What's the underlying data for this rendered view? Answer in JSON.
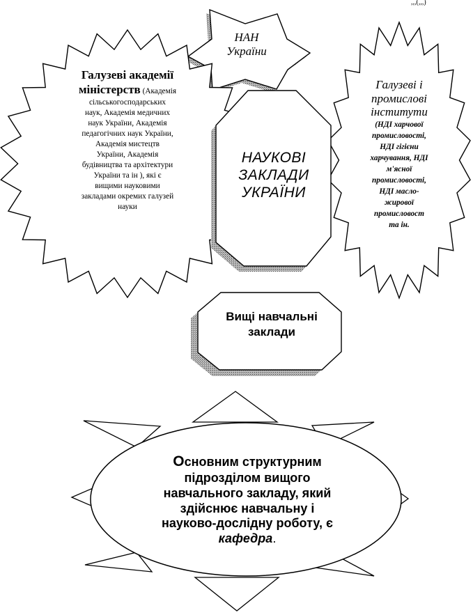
{
  "header_fragment": ",,,(,,,)",
  "nan": {
    "line1": "НАН",
    "line2": "України"
  },
  "left": {
    "title_line1": "Галузеві академії",
    "title_line2": "міністерств",
    "paren_open": "(Академія",
    "lines": [
      "сільськогосподарських",
      "наук, Академія медичних",
      "наук України, Академія",
      "педагогічних наук України,",
      "Академія мистецтв",
      "України, Академія",
      "будівництва та архітектури",
      "України та ін ), які є",
      "вищими науковими",
      "закладами окремих галузей",
      "науки"
    ]
  },
  "center": {
    "line1": "НАУКОВІ",
    "line2": "ЗАКЛАДИ",
    "line3": "УКРАЇНИ"
  },
  "right": {
    "title_lines": [
      "Галузеві і",
      "промислові",
      "інститути"
    ],
    "lines": [
      "(НДІ харчової",
      "промисловості,",
      "НДІ гігієни",
      "харчування, НДІ",
      "м'ясної",
      "промисловості,",
      "НДІ масло-",
      "жирової",
      "промисловост",
      "та ін."
    ]
  },
  "vnz": {
    "line1": "Вищі навчальні",
    "line2": "заклади"
  },
  "sun": {
    "lead_letter": "О",
    "line1_rest": "сновним структурним",
    "line2": "підрозділом вищого",
    "line3": "навчального закладу, який",
    "line4": "здійснює навчальну і",
    "line5": "науково-дослідну роботу, є",
    "emph": "кафедра",
    "period": "."
  }
}
